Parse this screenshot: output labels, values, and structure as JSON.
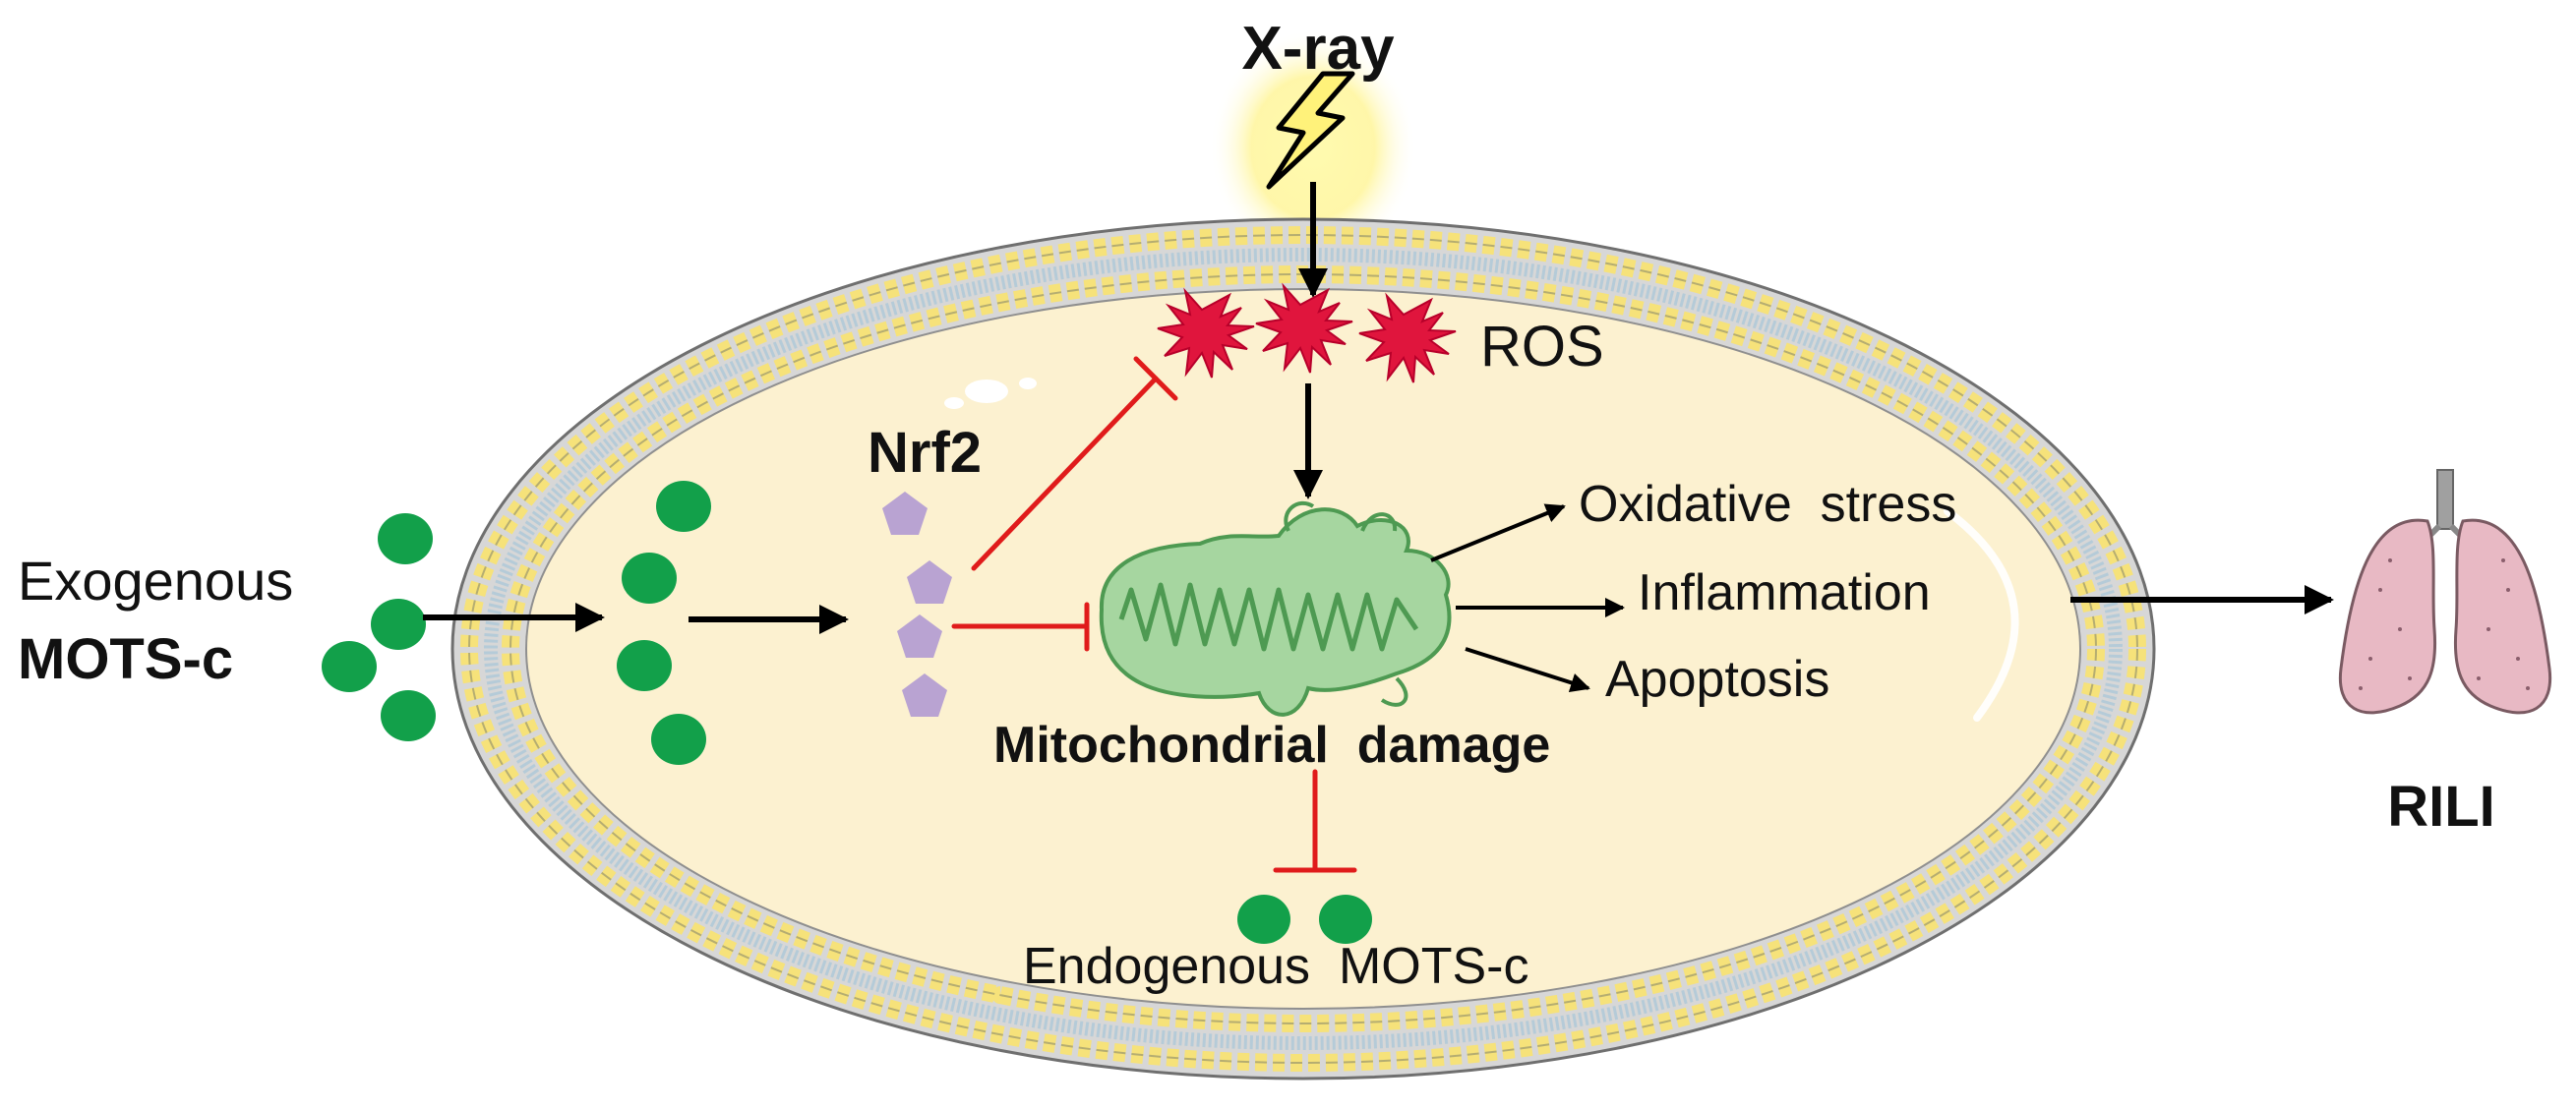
{
  "labels": {
    "xray": "X-ray",
    "ros": "ROS",
    "nrf2": "Nrf2",
    "exogenous": "Exogenous",
    "mots_c": "MOTS-c",
    "oxidative_stress": "Oxidative  stress",
    "inflammation": "Inflammation",
    "apoptosis": "Apoptosis",
    "mito_damage": "Mitochondrial  damage",
    "endogenous": "Endogenous  MOTS-c",
    "rili": "RILI"
  },
  "colors": {
    "cytoplasm": "#fcf1d0",
    "membrane_head": "#f6e27a",
    "membrane_tail": "#b5cbd8",
    "mots_c": "#12a04a",
    "nrf2": "#b9a3d2",
    "ros": "#e0153d",
    "mitochondrion": "#a6d6a0",
    "inhibit": "#e01b1b",
    "arrow": "#000000",
    "xray_glow": "#fff7a0",
    "lung": "#e8b9c4"
  },
  "icons": {
    "lightning": "lightning-bolt-icon",
    "lungs": "lungs-icon",
    "mitochondrion": "mitochondrion-icon"
  }
}
